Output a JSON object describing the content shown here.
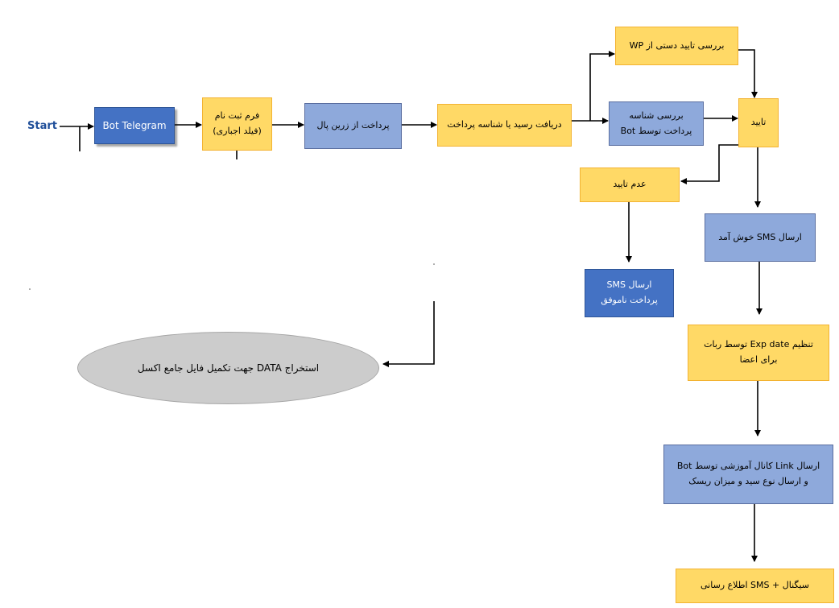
{
  "start_label": "Start",
  "nodes": {
    "bot_telegram": "Bot Telegram",
    "reg_form": "فرم ثبت نام\n(فیلد اجباری)",
    "zarinpal": "پرداخت از زرین پال",
    "receipt": "دریافت رسید یا شناسه پرداخت",
    "wp_check": "بررسی تایید دستی از WP",
    "bot_check": "بررسی شناسه\nپرداخت توسط Bot",
    "approve": "تایید",
    "reject": "عدم تایید",
    "sms_fail": "ارسال SMS\nپرداخت ناموفق",
    "sms_welcome": "ارسال  SMS  خوش آمد",
    "exp_date": "تنظیم  Exp date توسط ربات\nبرای اعضا",
    "link_send": "ارسال Link  کانال آموزشی توسط Bot\nو ارسال نوع سید و میزان ریسک",
    "signal": "سیگنال + SMS  اطلاع رسانی",
    "data_extract": "استخراج DATA  جهت تکمیل فایل جامع اکسل"
  }
}
